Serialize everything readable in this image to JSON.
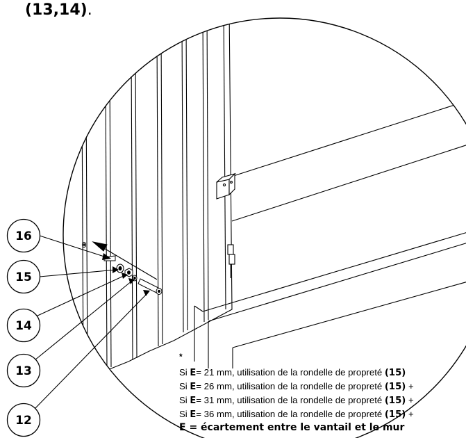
{
  "top_label": {
    "text": "(13,14)",
    "suffix": "."
  },
  "callouts": [
    {
      "label": "16"
    },
    {
      "label": "15"
    },
    {
      "label": "14"
    },
    {
      "label": "13"
    },
    {
      "label": "12"
    }
  ],
  "notes": {
    "asterisk": "*",
    "rows": [
      {
        "prefix": "Si ",
        "var": "E",
        "text": "= 21 mm, utilisation de la rondelle de propreté ",
        "ref": "(15)",
        "tail": ""
      },
      {
        "prefix": "Si ",
        "var": "E",
        "text": "= 26 mm, utilisation de la rondelle de propreté ",
        "ref": "(15)",
        "tail": " +"
      },
      {
        "prefix": "Si ",
        "var": "E",
        "text": "= 31 mm, utilisation de la rondelle de propreté ",
        "ref": "(15)",
        "tail": " +"
      },
      {
        "prefix": "Si ",
        "var": "E",
        "text": "= 36 mm, utilisation de la rondelle de propreté ",
        "ref": "(15)",
        "tail": " +"
      }
    ],
    "footer": "E = écartement entre le vantail et le mur"
  }
}
